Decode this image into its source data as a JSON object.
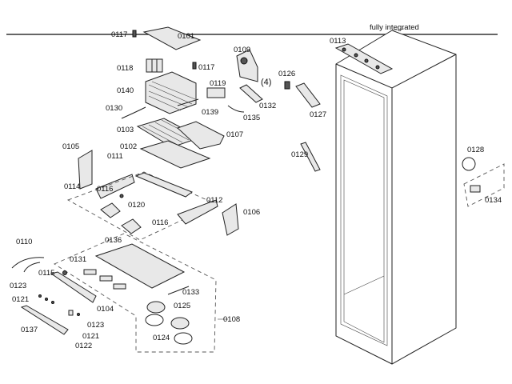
{
  "diagram": {
    "variant_note": "fully integrated",
    "callout_4": "(4)",
    "labels": [
      "0117",
      "0101",
      "0109",
      "0113",
      "0118",
      "0117",
      "0126",
      "0119",
      "0140",
      "0132",
      "0130",
      "0139",
      "0135",
      "0127",
      "0103",
      "0107",
      "0105",
      "0102",
      "0111",
      "0129",
      "0128",
      "0114",
      "0116",
      "0120",
      "0112",
      "0106",
      "0116",
      "0134",
      "0110",
      "0136",
      "0131",
      "0115",
      "0123",
      "0121",
      "0133",
      "0125",
      "0104",
      "0108",
      "0137",
      "0123",
      "0121",
      "0124",
      "0122"
    ]
  }
}
